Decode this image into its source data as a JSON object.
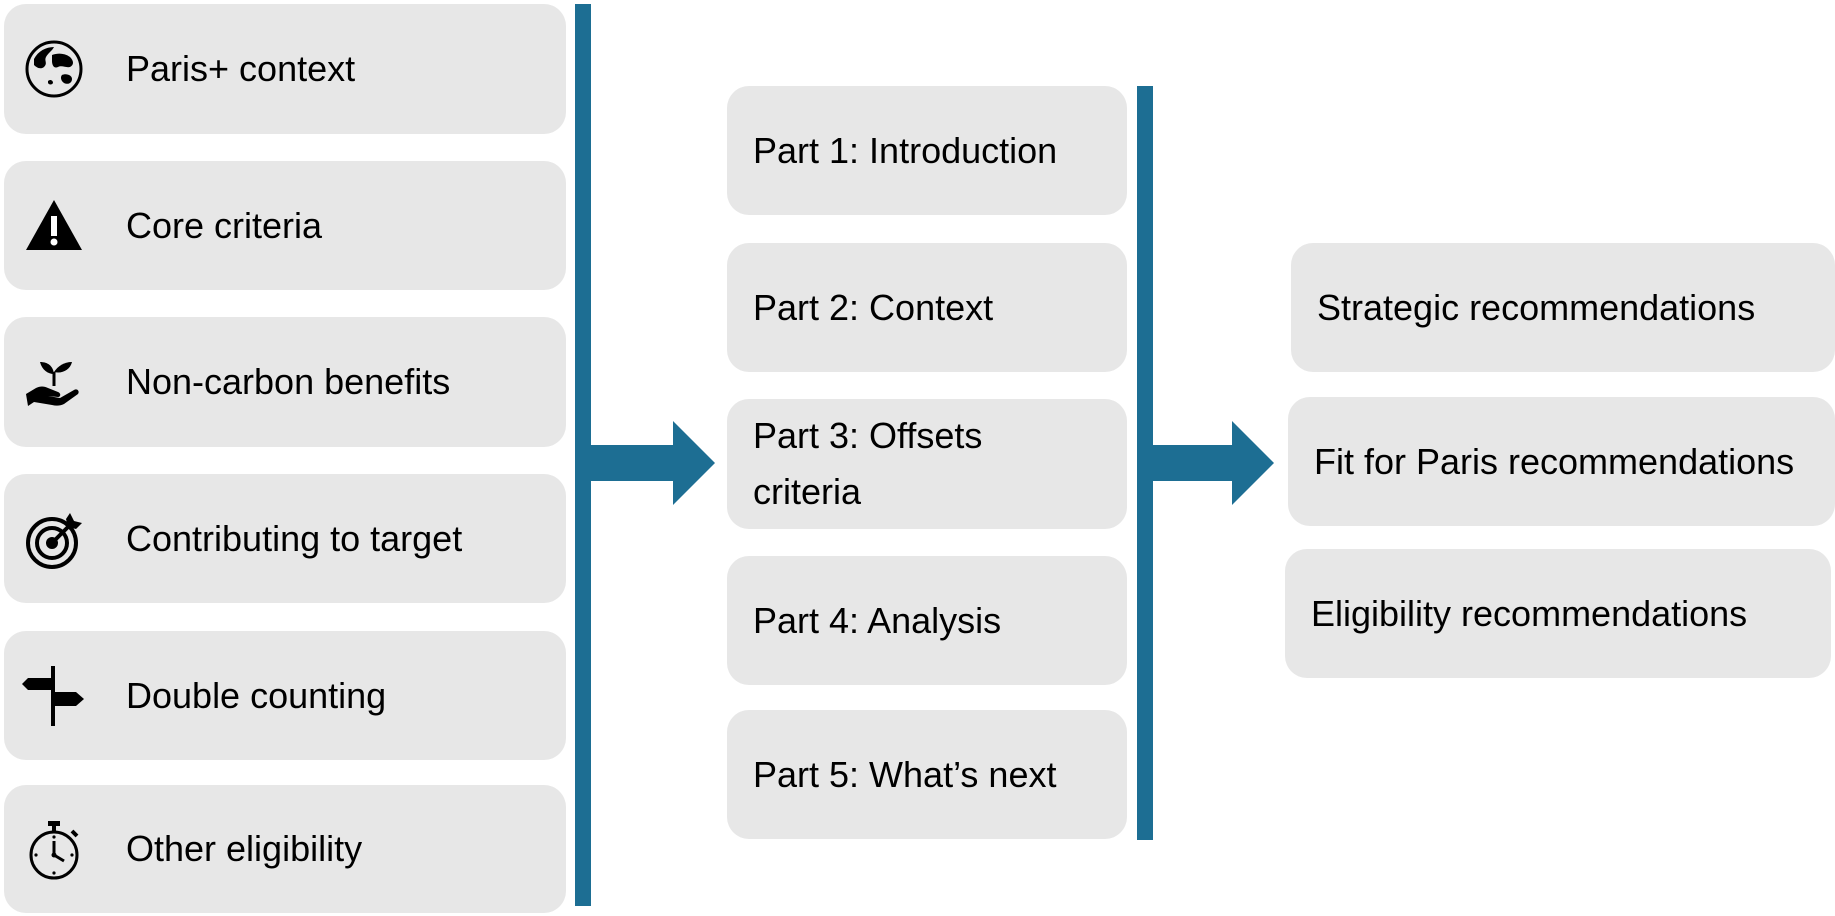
{
  "themes": [
    {
      "label": "Paris+ context",
      "icon": "globe-icon"
    },
    {
      "label": "Core criteria",
      "icon": "warning-icon"
    },
    {
      "label": "Non-carbon benefits",
      "icon": "hand-plant-icon"
    },
    {
      "label": "Contributing to target",
      "icon": "target-icon"
    },
    {
      "label": "Double counting",
      "icon": "signpost-icon"
    },
    {
      "label": "Other eligibility",
      "icon": "stopwatch-icon"
    }
  ],
  "parts": [
    {
      "label": "Part 1: Introduction"
    },
    {
      "label": "Part 2: Context"
    },
    {
      "label": "Part 3: Offsets criteria"
    },
    {
      "label": "Part 4: Analysis"
    },
    {
      "label": "Part 5: What’s next"
    }
  ],
  "recommendations": [
    {
      "label": "Strategic recommendations"
    },
    {
      "label": "Fit for Paris recommendations"
    },
    {
      "label": "Eligibility recommendations"
    }
  ],
  "colors": {
    "connector": "#1d6e93",
    "box_fill": "#e7e7e7"
  }
}
